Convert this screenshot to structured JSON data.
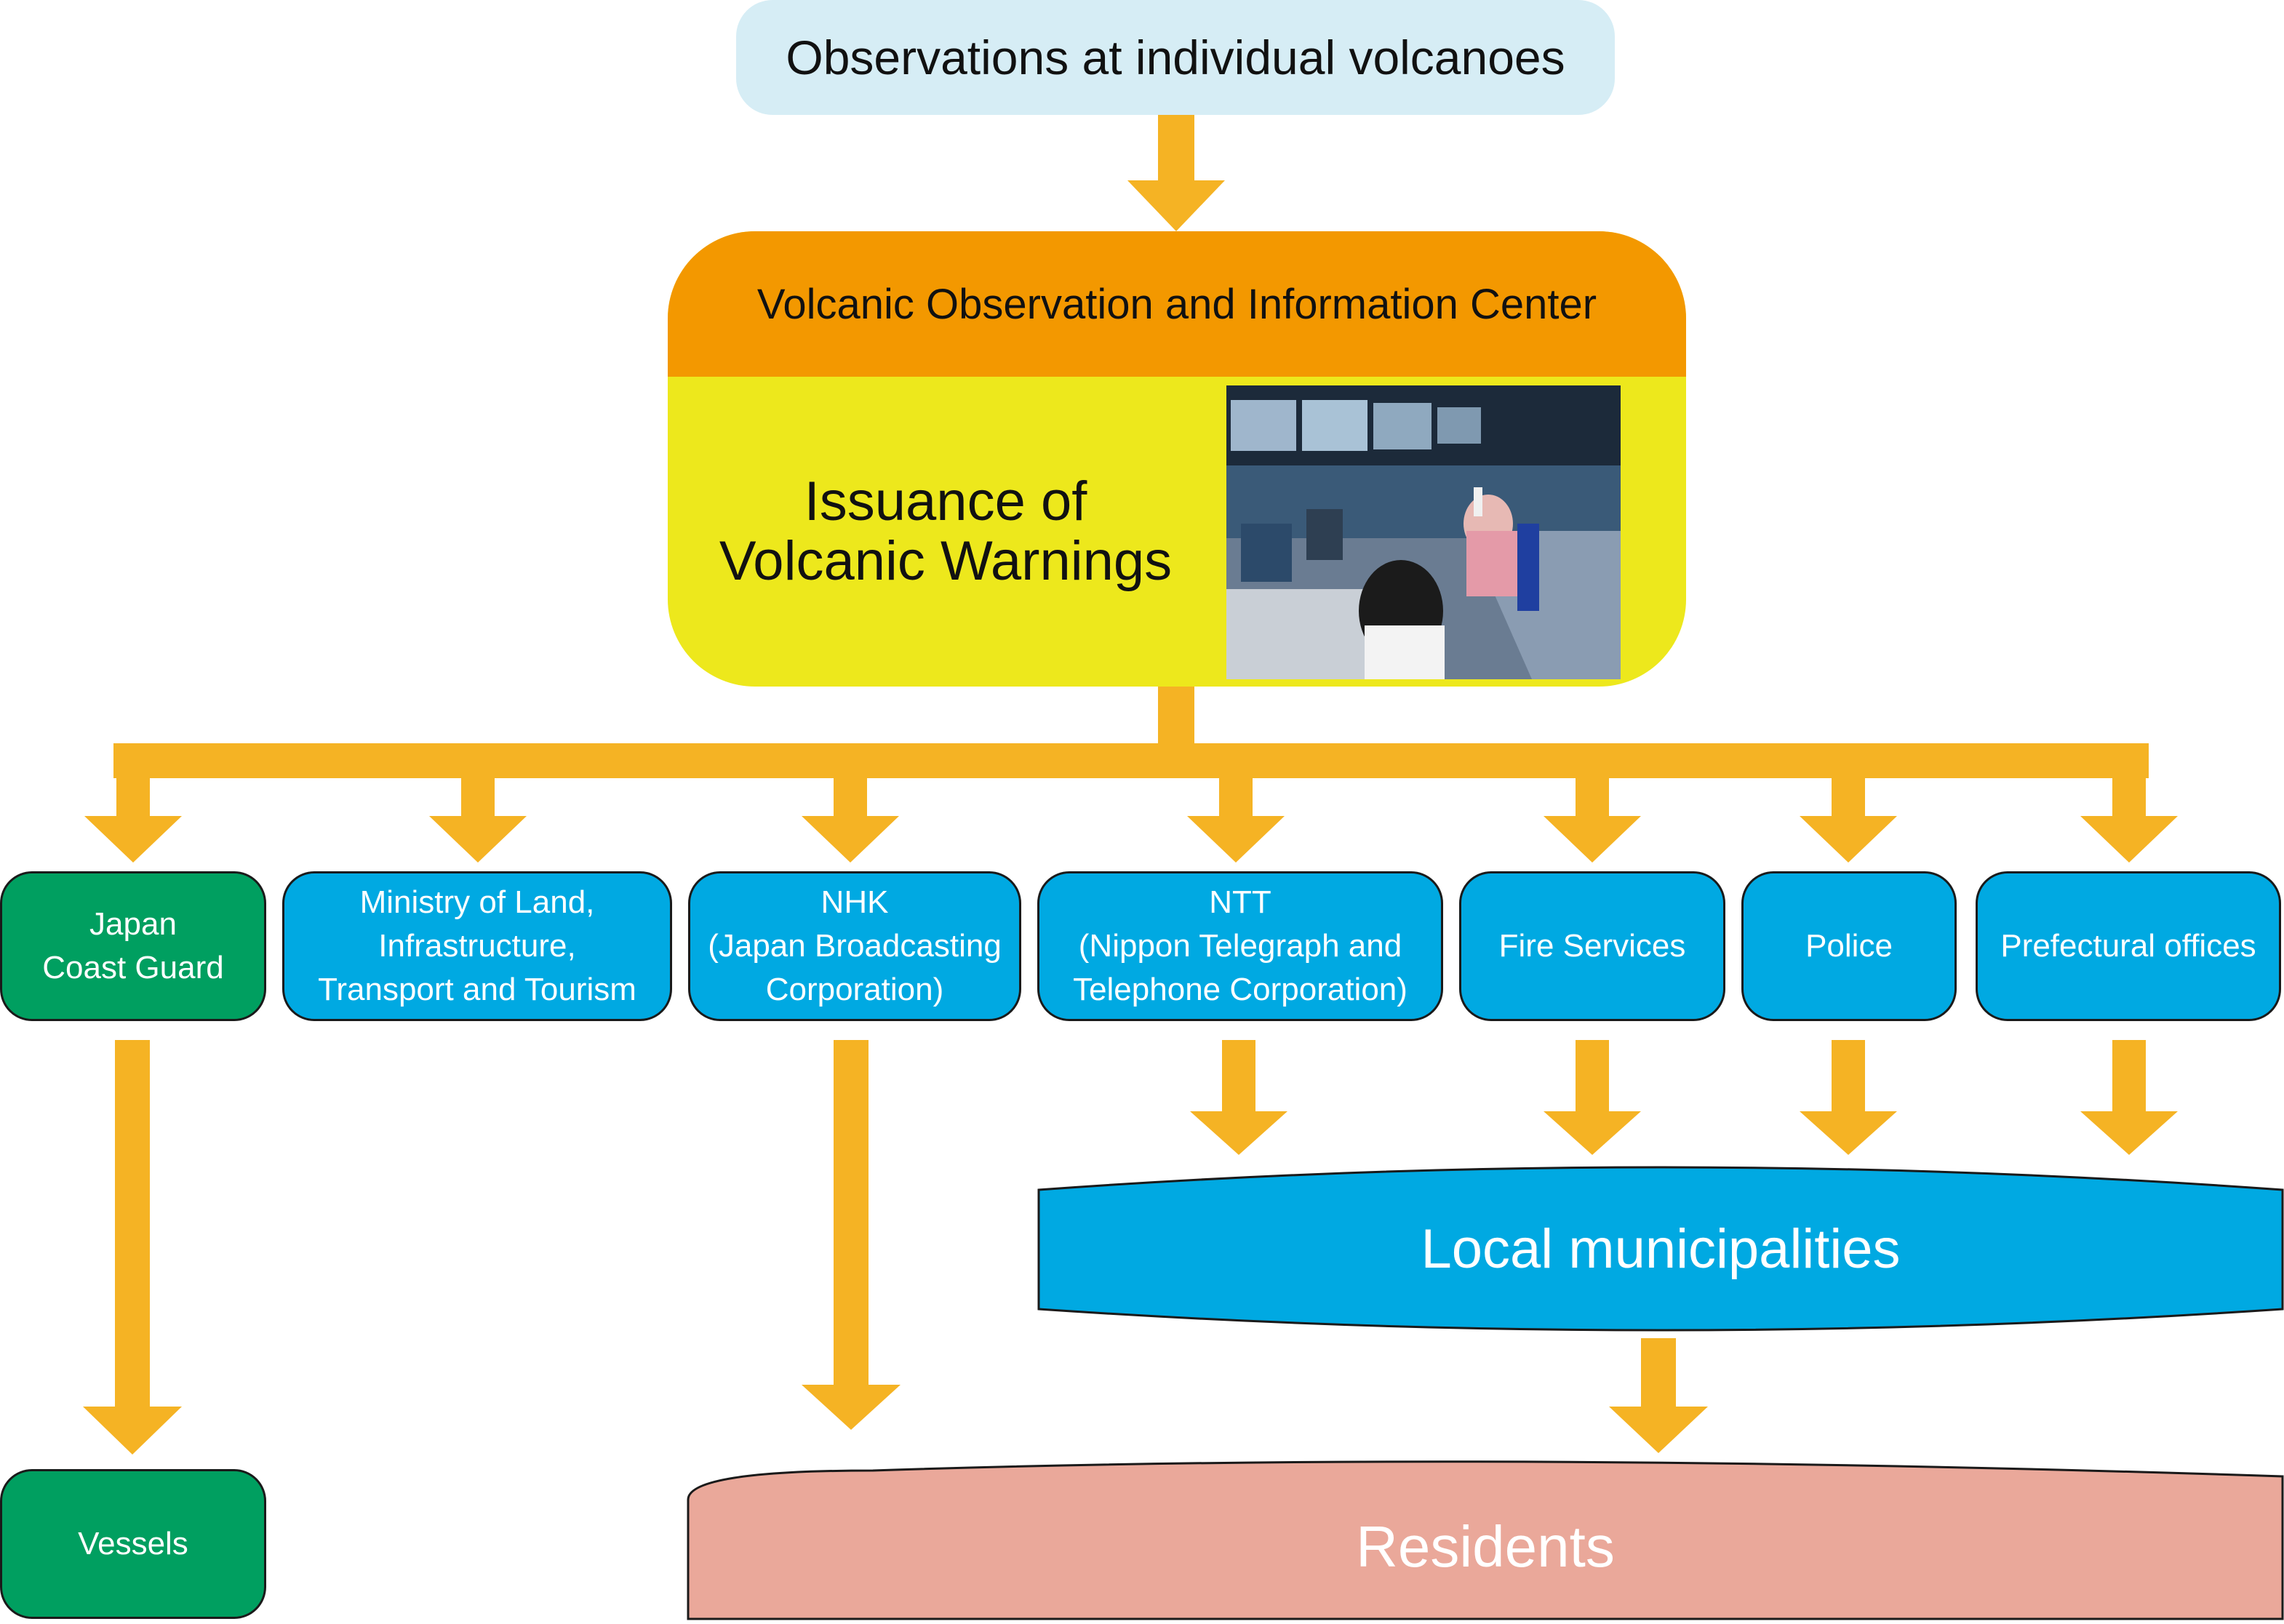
{
  "observations": {
    "label": "Observations at individual volcanoes"
  },
  "center": {
    "header": "Volcanic Observation and Information Center",
    "title": "Issuance of\nVolcanic Warnings",
    "photo_description_icon": "control-room-photo"
  },
  "agencies": [
    {
      "key": "coast-guard",
      "label": "Japan\nCoast Guard"
    },
    {
      "key": "mlit",
      "label": "Ministry of Land,\nInfrastructure,\nTransport and Tourism"
    },
    {
      "key": "nhk",
      "label": "NHK\n(Japan Broadcasting\nCorporation)"
    },
    {
      "key": "ntt",
      "label": "NTT\n(Nippon Telegraph and\nTelephone Corporation)"
    },
    {
      "key": "fire",
      "label": "Fire Services"
    },
    {
      "key": "police",
      "label": "Police"
    },
    {
      "key": "prefectural",
      "label": "Prefectural offices"
    }
  ],
  "local_municipalities": "Local municipalities",
  "vessels": "Vessels",
  "residents": "Residents",
  "colors": {
    "arrow": "#f5b324",
    "agency_blue": "#00a9e2",
    "coast_guard_green": "#009f60",
    "center_orange": "#f39800",
    "center_yellow": "#ede81c",
    "observations_bg": "#d6edf5",
    "residents_fill": "#eaa89a"
  }
}
